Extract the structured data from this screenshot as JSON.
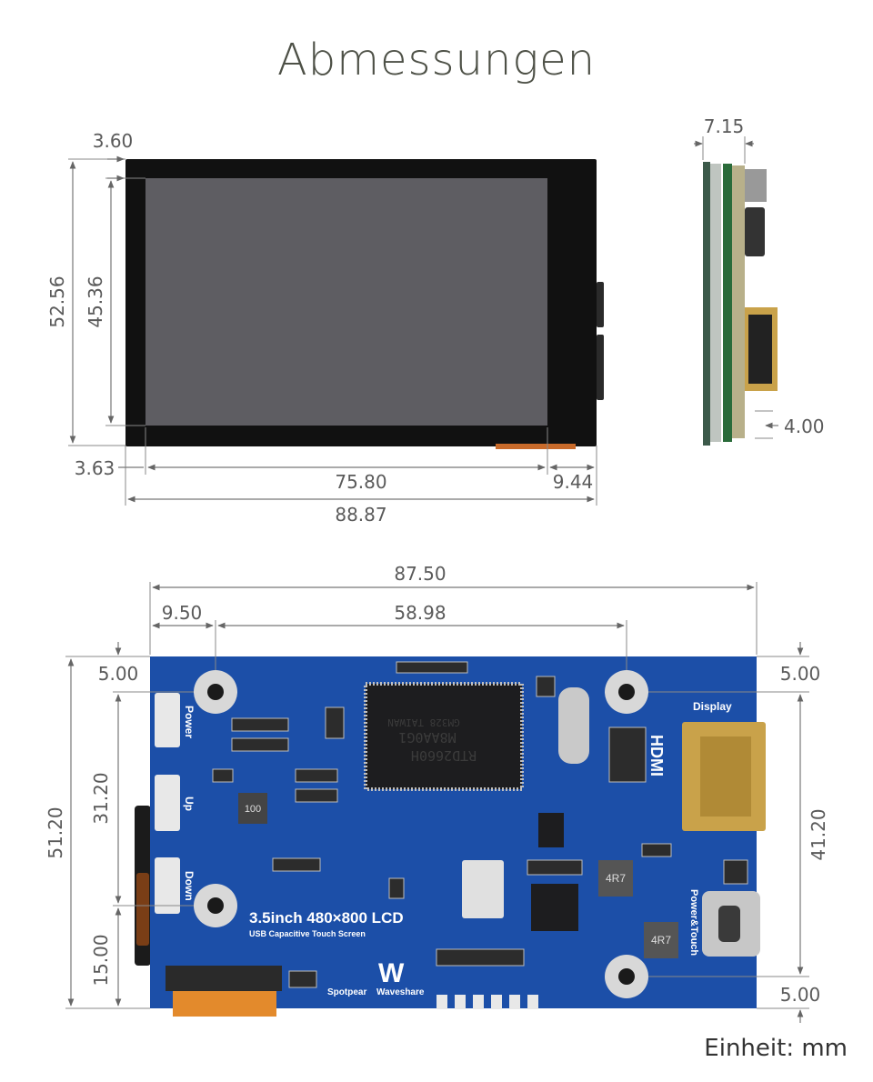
{
  "title": "Abmessungen",
  "unit_label": "Einheit: mm",
  "colors": {
    "pcb": "#1c4fa8",
    "screen": "#5e5d62",
    "bezel": "#111111",
    "hdmi": "#c9a24a",
    "fpc": "#e38a2c"
  },
  "front_view": {
    "dims": {
      "top_offset": "3.60",
      "height_total": "52.56",
      "active_height": "45.36",
      "bottom_offset": "3.63",
      "active_width": "75.80",
      "right_margin": "9.44",
      "width_total": "88.87"
    }
  },
  "side_view": {
    "dims": {
      "thickness": "7.15",
      "bottom": "4.00"
    }
  },
  "back_view": {
    "dims": {
      "width_total": "87.50",
      "hole_left": "9.50",
      "hole_span": "58.98",
      "hole_top_left": "5.00",
      "height_total": "51.20",
      "hole_span_v_left": "31.20",
      "hole_bottom_left": "15.00",
      "hole_top_right": "5.00",
      "hole_span_v_right": "41.20",
      "hole_bottom_right": "5.00"
    },
    "labels": {
      "power": "Power",
      "up": "Up",
      "down": "Down",
      "display": "Display",
      "power_touch": "Power&Touch",
      "hdmi": "HDMI",
      "product_line1": "3.5inch 480×800 LCD",
      "product_line2": "USB Capacitive Touch Screen",
      "brand1": "Spotpear",
      "brand2": "Waveshare",
      "chip": "RTD2660H",
      "chip_line2": "M8AA0G1",
      "chip_line3": "GM328 TAIWAN",
      "inductor1": "4R7",
      "inductor2": "4R7",
      "inductor3": "100"
    }
  }
}
